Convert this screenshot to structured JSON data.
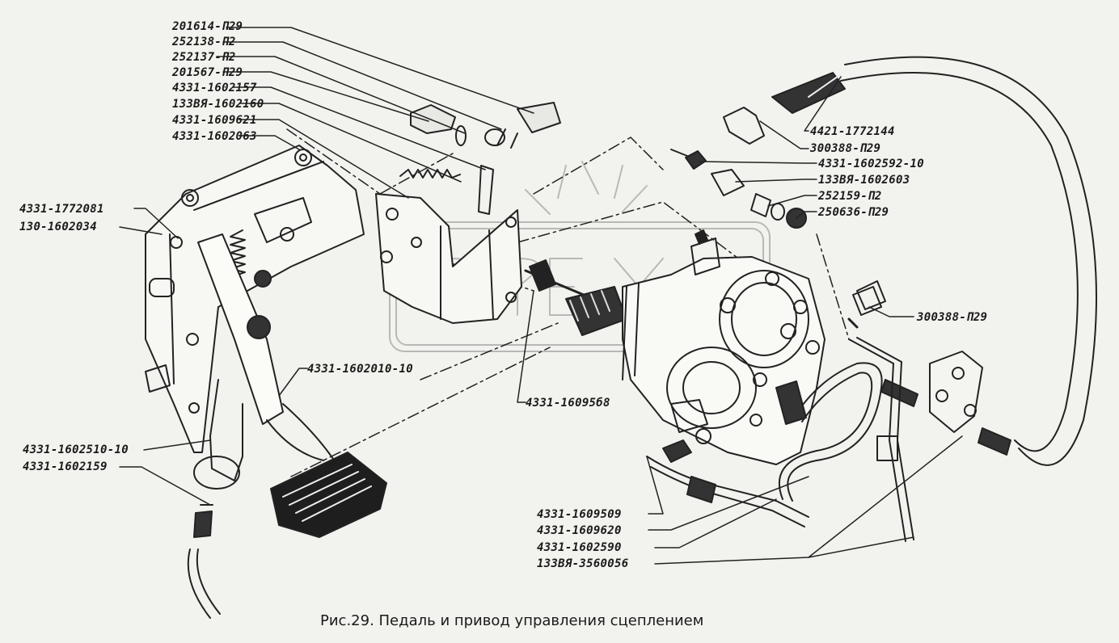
{
  "caption": "Рис.29. Педаль и привод управления сцеплением",
  "watermark": "OPEX",
  "labels": {
    "p201614": "201614-П29",
    "p252138": "252138-П2",
    "p252137": "252137-П2",
    "p201567": "201567-П29",
    "p1602157": "4331-1602157",
    "p1602160": "133ВЯ-1602160",
    "p1609621": "4331-1609621",
    "p1602063": "4331-1602063",
    "p1772081": "4331-1772081",
    "p1602034": "130-1602034",
    "p1602010": "4331-1602010-10",
    "p1602510": "4331-1602510-10",
    "p1602159": "4331-1602159",
    "p1609568": "4331-16095б8",
    "p1772144": "4421-1772144",
    "p300388a": "300388-П29",
    "p1602592": "4331-1602592-10",
    "p1602603": "133ВЯ-1602603",
    "p252159": "252159-П2",
    "p250636": "250636-П29",
    "p300388b": "300388-П29",
    "p1609509": "4331-1609509",
    "p1609620": "4331-1609620",
    "p1602590": "4331-1602590",
    "p3560056": "133ВЯ-3560056"
  }
}
